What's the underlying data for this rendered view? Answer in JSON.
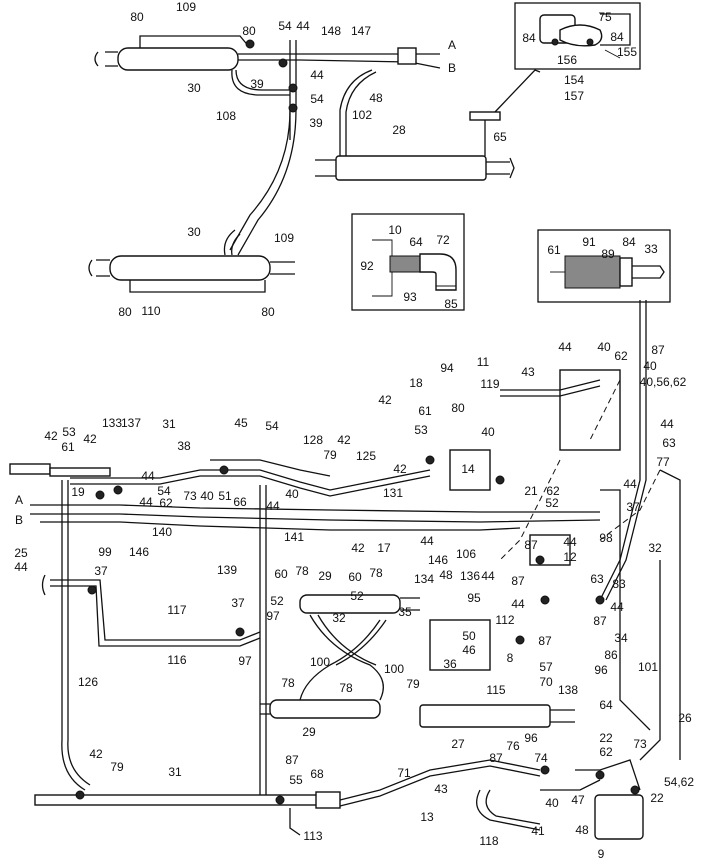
{
  "labels": [
    {
      "text": "80"
    },
    {
      "text": "109"
    },
    {
      "text": "80"
    },
    {
      "text": "54"
    },
    {
      "text": "44"
    },
    {
      "text": "148"
    },
    {
      "text": "147"
    },
    {
      "text": "A"
    },
    {
      "text": "B"
    },
    {
      "text": "30"
    },
    {
      "text": "39"
    },
    {
      "text": "44"
    },
    {
      "text": "54"
    },
    {
      "text": "39"
    },
    {
      "text": "108"
    },
    {
      "text": "48"
    },
    {
      "text": "102"
    },
    {
      "text": "28"
    },
    {
      "text": "65"
    },
    {
      "text": "75"
    },
    {
      "text": "84"
    },
    {
      "text": "84"
    },
    {
      "text": "155"
    },
    {
      "text": "156"
    },
    {
      "text": "154"
    },
    {
      "text": "157"
    },
    {
      "text": "30"
    },
    {
      "text": "109"
    },
    {
      "text": "80"
    },
    {
      "text": "110"
    },
    {
      "text": "80"
    },
    {
      "text": "10"
    },
    {
      "text": "64"
    },
    {
      "text": "72"
    },
    {
      "text": "92"
    },
    {
      "text": "93"
    },
    {
      "text": "85"
    },
    {
      "text": "61"
    },
    {
      "text": "91"
    },
    {
      "text": "89"
    },
    {
      "text": "84"
    },
    {
      "text": "33"
    },
    {
      "text": "44"
    },
    {
      "text": "40"
    },
    {
      "text": "62"
    },
    {
      "text": "87"
    },
    {
      "text": "40"
    },
    {
      "text": "40,56,62"
    },
    {
      "text": "11"
    },
    {
      "text": "43"
    },
    {
      "text": "94"
    },
    {
      "text": "18"
    },
    {
      "text": "119"
    },
    {
      "text": "42"
    },
    {
      "text": "61"
    },
    {
      "text": "80"
    },
    {
      "text": "53"
    },
    {
      "text": "44"
    },
    {
      "text": "63"
    },
    {
      "text": "77"
    },
    {
      "text": "42"
    },
    {
      "text": "53"
    },
    {
      "text": "61"
    },
    {
      "text": "42"
    },
    {
      "text": "133"
    },
    {
      "text": "137"
    },
    {
      "text": "31"
    },
    {
      "text": "38"
    },
    {
      "text": "45"
    },
    {
      "text": "54"
    },
    {
      "text": "128"
    },
    {
      "text": "42"
    },
    {
      "text": "79"
    },
    {
      "text": "125"
    },
    {
      "text": "14"
    },
    {
      "text": "40"
    },
    {
      "text": "A"
    },
    {
      "text": "19"
    },
    {
      "text": "44"
    },
    {
      "text": "54"
    },
    {
      "text": "73"
    },
    {
      "text": "40"
    },
    {
      "text": "51"
    },
    {
      "text": "66"
    },
    {
      "text": "44"
    },
    {
      "text": "40"
    },
    {
      "text": "42"
    },
    {
      "text": "131"
    },
    {
      "text": "21"
    },
    {
      "text": "62"
    },
    {
      "text": "44"
    },
    {
      "text": "B"
    },
    {
      "text": "44"
    },
    {
      "text": "62"
    },
    {
      "text": "140"
    },
    {
      "text": "146"
    },
    {
      "text": "52"
    },
    {
      "text": "37"
    },
    {
      "text": "25"
    },
    {
      "text": "44"
    },
    {
      "text": "99"
    },
    {
      "text": "141"
    },
    {
      "text": "42"
    },
    {
      "text": "17"
    },
    {
      "text": "44"
    },
    {
      "text": "106"
    },
    {
      "text": "146"
    },
    {
      "text": "48"
    },
    {
      "text": "136"
    },
    {
      "text": "44"
    },
    {
      "text": "87"
    },
    {
      "text": "44"
    },
    {
      "text": "12"
    },
    {
      "text": "98"
    },
    {
      "text": "32"
    },
    {
      "text": "37"
    },
    {
      "text": "139"
    },
    {
      "text": "60"
    },
    {
      "text": "78"
    },
    {
      "text": "29"
    },
    {
      "text": "60"
    },
    {
      "text": "78"
    },
    {
      "text": "134"
    },
    {
      "text": "87"
    },
    {
      "text": "63"
    },
    {
      "text": "83"
    },
    {
      "text": "52"
    },
    {
      "text": "52"
    },
    {
      "text": "35"
    },
    {
      "text": "95"
    },
    {
      "text": "44"
    },
    {
      "text": "44"
    },
    {
      "text": "117"
    },
    {
      "text": "37"
    },
    {
      "text": "97"
    },
    {
      "text": "32"
    },
    {
      "text": "112"
    },
    {
      "text": "87"
    },
    {
      "text": "34"
    },
    {
      "text": "116"
    },
    {
      "text": "97"
    },
    {
      "text": "50"
    },
    {
      "text": "46"
    },
    {
      "text": "86"
    },
    {
      "text": "87"
    },
    {
      "text": "96"
    },
    {
      "text": "101"
    },
    {
      "text": "100"
    },
    {
      "text": "100"
    },
    {
      "text": "8"
    },
    {
      "text": "57"
    },
    {
      "text": "70"
    },
    {
      "text": "36"
    },
    {
      "text": "126"
    },
    {
      "text": "78"
    },
    {
      "text": "78"
    },
    {
      "text": "79"
    },
    {
      "text": "115"
    },
    {
      "text": "138"
    },
    {
      "text": "64"
    },
    {
      "text": "26"
    },
    {
      "text": "29"
    },
    {
      "text": "27"
    },
    {
      "text": "76"
    },
    {
      "text": "96"
    },
    {
      "text": "22"
    },
    {
      "text": "62"
    },
    {
      "text": "73"
    },
    {
      "text": "42"
    },
    {
      "text": "79"
    },
    {
      "text": "31"
    },
    {
      "text": "87"
    },
    {
      "text": "55"
    },
    {
      "text": "68"
    },
    {
      "text": "71"
    },
    {
      "text": "87"
    },
    {
      "text": "74"
    },
    {
      "text": "54,62"
    },
    {
      "text": "43"
    },
    {
      "text": "40"
    },
    {
      "text": "47"
    },
    {
      "text": "22"
    },
    {
      "text": "13"
    },
    {
      "text": "41"
    },
    {
      "text": "48"
    },
    {
      "text": "113"
    },
    {
      "text": "118"
    },
    {
      "text": "9"
    }
  ]
}
